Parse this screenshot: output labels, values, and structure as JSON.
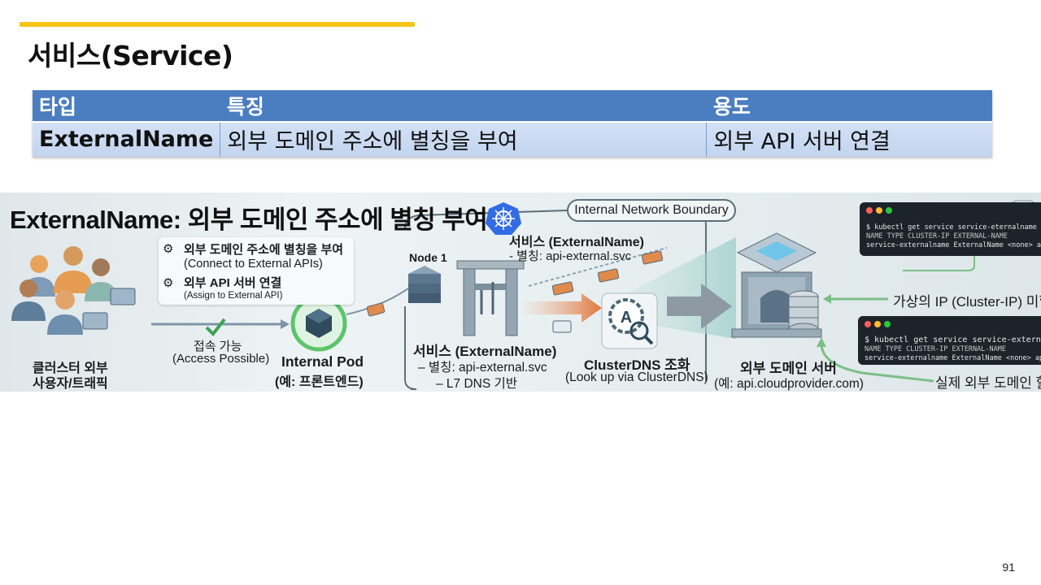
{
  "slide": {
    "title": "서비스(Service)",
    "page_number": "91",
    "accent_color": "#f5c518"
  },
  "table": {
    "headers": [
      "타입",
      "특징",
      "용도"
    ],
    "row": [
      "ExternalName",
      "외부 도메인 주소에 별칭을 부여",
      "외부 API 서버 연결"
    ],
    "header_color": "#4b7ec1",
    "row_color": "#c8d8f0"
  },
  "diagram": {
    "title": "ExternalName: 외부 도메인 주소에 별칭 부여",
    "features": {
      "line1": "외부 도메인 주소에 별칭을 부여",
      "line1_en": "(Connect to External APIs)",
      "line2": "외부 API 서버 연결",
      "line2_en": "(Assign to External API)"
    },
    "users_label_1": "클러스터 외부",
    "users_label_2": "사용자/트래픽",
    "access_label": "접속 가능",
    "access_label_en": "(Access Possible)",
    "pod_label": "Internal Pod",
    "pod_sub": "(예: 프론트엔드)",
    "node_label": "Node 1",
    "boundary_label": "Internal Network Boundary",
    "service_top_title": "서비스 (ExternalName)",
    "service_top_alias": "- 별칭: api-external.svc",
    "service_bottom_title": "서비스 (ExternalName)",
    "service_bottom_alias": "– 별칭: api-external.svc",
    "service_bottom_l7": "– L7 DNS 기반",
    "dns_label": "ClusterDNS 조화",
    "dns_sub": "(Look up via ClusterDNS)",
    "server_label": "외부 도메인 서버",
    "server_sub": "(예: api.cloudprovider.com)",
    "cluster_ip_label": "가상의 IP (Cluster-IP) 미할당",
    "real_domain_label": "실제 외부 도메인 할당",
    "terminal_top": {
      "command": "$ kubectl get service service-eternalname",
      "headers": "NAME                    TYPE          CLUSTER-IP   EXTERNAL-NAME",
      "row": "service-externalname  ExternalName  <none>     api.cloudprovider.com"
    },
    "terminal_bottom": {
      "command": "$ kubectl get service service-externalname",
      "headers": "NAME                    TYPE            CLUSTER-IP   EXTERNAL-NAME",
      "row": "service-externalname  ExternalName  <none>     api.cloudprovider.com"
    }
  }
}
